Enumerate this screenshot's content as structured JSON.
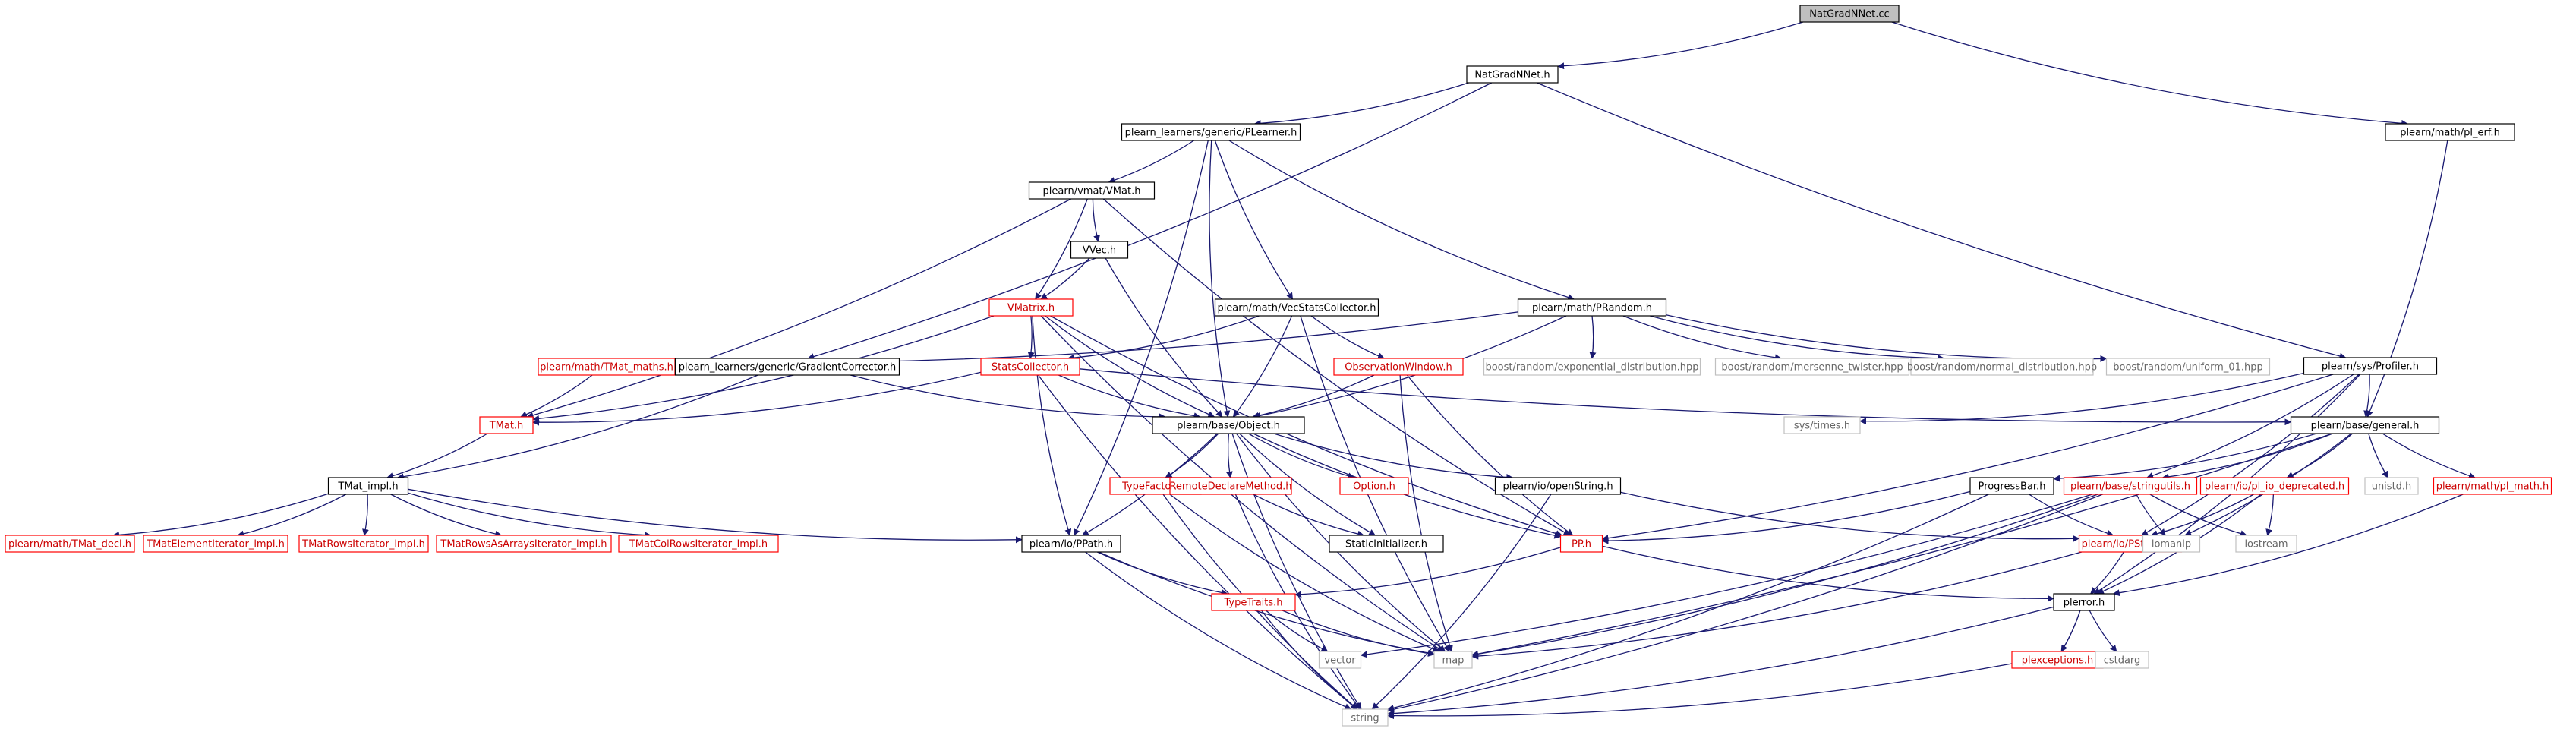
{
  "nodes": [
    {
      "id": "n0",
      "label": "NatGradNNet.cc",
      "style": "root"
    },
    {
      "id": "n1",
      "label": "NatGradNNet.h",
      "style": "normal"
    },
    {
      "id": "n2",
      "label": "plearn_learners/generic/PLearner.h",
      "style": "normal"
    },
    {
      "id": "n3",
      "label": "plearn/math/pl_erf.h",
      "style": "normal"
    },
    {
      "id": "n4",
      "label": "plearn/vmat/VMat.h",
      "style": "normal"
    },
    {
      "id": "n5",
      "label": "VVec.h",
      "style": "normal"
    },
    {
      "id": "n6",
      "label": "VMatrix.h",
      "style": "red"
    },
    {
      "id": "n7",
      "label": "plearn/math/VecStatsCollector.h",
      "style": "normal"
    },
    {
      "id": "n8",
      "label": "plearn/math/PRandom.h",
      "style": "normal"
    },
    {
      "id": "n9",
      "label": "plearn/sys/Profiler.h",
      "style": "normal"
    },
    {
      "id": "n10",
      "label": "plearn/math/TMat_maths.h",
      "style": "red"
    },
    {
      "id": "n11",
      "label": "plearn_learners/generic/GradientCorrector.h",
      "style": "normal"
    },
    {
      "id": "n12",
      "label": "StatsCollector.h",
      "style": "red"
    },
    {
      "id": "n13",
      "label": "ObservationWindow.h",
      "style": "red"
    },
    {
      "id": "n14",
      "label": "boost/random/exponential_distribution.hpp",
      "style": "gray"
    },
    {
      "id": "n15",
      "label": "boost/random/mersenne_twister.hpp",
      "style": "gray"
    },
    {
      "id": "n16",
      "label": "boost/random/normal_distribution.hpp",
      "style": "gray"
    },
    {
      "id": "n17",
      "label": "boost/random/uniform_01.hpp",
      "style": "gray"
    },
    {
      "id": "n18",
      "label": "TMat.h",
      "style": "red"
    },
    {
      "id": "n19",
      "label": "plearn/base/Object.h",
      "style": "normal"
    },
    {
      "id": "n20",
      "label": "sys/times.h",
      "style": "gray"
    },
    {
      "id": "n21",
      "label": "plearn/base/general.h",
      "style": "normal"
    },
    {
      "id": "n22",
      "label": "TMat_impl.h",
      "style": "normal"
    },
    {
      "id": "n23",
      "label": "TypeFactory.h",
      "style": "red"
    },
    {
      "id": "n24",
      "label": "RemoteDeclareMethod.h",
      "style": "red"
    },
    {
      "id": "n25",
      "label": "Option.h",
      "style": "red"
    },
    {
      "id": "n26",
      "label": "plearn/io/openString.h",
      "style": "normal"
    },
    {
      "id": "n27",
      "label": "ProgressBar.h",
      "style": "normal"
    },
    {
      "id": "n28",
      "label": "plearn/base/stringutils.h",
      "style": "red"
    },
    {
      "id": "n29",
      "label": "plearn/io/pl_io_deprecated.h",
      "style": "red"
    },
    {
      "id": "n30",
      "label": "unistd.h",
      "style": "gray"
    },
    {
      "id": "n31",
      "label": "plearn/math/pl_math.h",
      "style": "red"
    },
    {
      "id": "n32",
      "label": "plearn/math/TMat_decl.h",
      "style": "red"
    },
    {
      "id": "n33",
      "label": "TMatElementIterator_impl.h",
      "style": "red"
    },
    {
      "id": "n34",
      "label": "TMatRowsIterator_impl.h",
      "style": "red"
    },
    {
      "id": "n35",
      "label": "TMatRowsAsArraysIterator_impl.h",
      "style": "red"
    },
    {
      "id": "n36",
      "label": "TMatColRowsIterator_impl.h",
      "style": "red"
    },
    {
      "id": "n37",
      "label": "plearn/io/PPath.h",
      "style": "normal"
    },
    {
      "id": "n38",
      "label": "StaticInitializer.h",
      "style": "normal"
    },
    {
      "id": "n39",
      "label": "PP.h",
      "style": "red"
    },
    {
      "id": "n40",
      "label": "plearn/io/PStream.h",
      "style": "red"
    },
    {
      "id": "n41",
      "label": "iomanip",
      "style": "gray"
    },
    {
      "id": "n42",
      "label": "iostream",
      "style": "gray"
    },
    {
      "id": "n43",
      "label": "TypeTraits.h",
      "style": "red"
    },
    {
      "id": "n44",
      "label": "plerror.h",
      "style": "normal"
    },
    {
      "id": "n45",
      "label": "vector",
      "style": "gray"
    },
    {
      "id": "n46",
      "label": "map",
      "style": "gray"
    },
    {
      "id": "n47",
      "label": "plexceptions.h",
      "style": "red"
    },
    {
      "id": "n48",
      "label": "cstdarg",
      "style": "gray"
    },
    {
      "id": "n49",
      "label": "string",
      "style": "gray"
    }
  ],
  "edges": [
    [
      "n0",
      "n1"
    ],
    [
      "n0",
      "n3"
    ],
    [
      "n1",
      "n2"
    ],
    [
      "n1",
      "n11"
    ],
    [
      "n1",
      "n9"
    ],
    [
      "n2",
      "n4"
    ],
    [
      "n2",
      "n7"
    ],
    [
      "n2",
      "n8"
    ],
    [
      "n2",
      "n19"
    ],
    [
      "n2",
      "n37"
    ],
    [
      "n3",
      "n21"
    ],
    [
      "n4",
      "n5"
    ],
    [
      "n4",
      "n6"
    ],
    [
      "n4",
      "n18"
    ],
    [
      "n4",
      "n39"
    ],
    [
      "n5",
      "n6"
    ],
    [
      "n5",
      "n19"
    ],
    [
      "n6",
      "n12"
    ],
    [
      "n6",
      "n19"
    ],
    [
      "n6",
      "n18"
    ],
    [
      "n6",
      "n39"
    ],
    [
      "n6",
      "n37"
    ],
    [
      "n6",
      "n46"
    ],
    [
      "n7",
      "n12"
    ],
    [
      "n7",
      "n13"
    ],
    [
      "n7",
      "n19"
    ],
    [
      "n7",
      "n46"
    ],
    [
      "n8",
      "n10"
    ],
    [
      "n8",
      "n19"
    ],
    [
      "n8",
      "n14"
    ],
    [
      "n8",
      "n15"
    ],
    [
      "n8",
      "n16"
    ],
    [
      "n8",
      "n17"
    ],
    [
      "n9",
      "n20"
    ],
    [
      "n9",
      "n21"
    ],
    [
      "n9",
      "n28"
    ],
    [
      "n9",
      "n40"
    ],
    [
      "n9",
      "n39"
    ],
    [
      "n9",
      "n44"
    ],
    [
      "n10",
      "n18"
    ],
    [
      "n11",
      "n19"
    ],
    [
      "n11",
      "n22"
    ],
    [
      "n12",
      "n18"
    ],
    [
      "n12",
      "n19"
    ],
    [
      "n12",
      "n21"
    ],
    [
      "n12",
      "n49"
    ],
    [
      "n13",
      "n19"
    ],
    [
      "n13",
      "n39"
    ],
    [
      "n13",
      "n46"
    ],
    [
      "n18",
      "n22"
    ],
    [
      "n19",
      "n23"
    ],
    [
      "n19",
      "n24"
    ],
    [
      "n19",
      "n25"
    ],
    [
      "n19",
      "n26"
    ],
    [
      "n19",
      "n37"
    ],
    [
      "n19",
      "n38"
    ],
    [
      "n19",
      "n39"
    ],
    [
      "n19",
      "n46"
    ],
    [
      "n19",
      "n49"
    ],
    [
      "n21",
      "n27"
    ],
    [
      "n21",
      "n28"
    ],
    [
      "n21",
      "n29"
    ],
    [
      "n21",
      "n30"
    ],
    [
      "n21",
      "n31"
    ],
    [
      "n21",
      "n41"
    ],
    [
      "n21",
      "n46"
    ],
    [
      "n22",
      "n32"
    ],
    [
      "n22",
      "n33"
    ],
    [
      "n22",
      "n34"
    ],
    [
      "n22",
      "n35"
    ],
    [
      "n22",
      "n36"
    ],
    [
      "n22",
      "n37"
    ],
    [
      "n23",
      "n46"
    ],
    [
      "n23",
      "n49"
    ],
    [
      "n24",
      "n38"
    ],
    [
      "n24",
      "n49"
    ],
    [
      "n26",
      "n40"
    ],
    [
      "n26",
      "n49"
    ],
    [
      "n27",
      "n39"
    ],
    [
      "n27",
      "n40"
    ],
    [
      "n27",
      "n49"
    ],
    [
      "n28",
      "n41"
    ],
    [
      "n28",
      "n42"
    ],
    [
      "n28",
      "n45"
    ],
    [
      "n28",
      "n46"
    ],
    [
      "n28",
      "n49"
    ],
    [
      "n29",
      "n40"
    ],
    [
      "n29",
      "n42"
    ],
    [
      "n29",
      "n44"
    ],
    [
      "n31",
      "n44"
    ],
    [
      "n37",
      "n43"
    ],
    [
      "n37",
      "n46"
    ],
    [
      "n37",
      "n49"
    ],
    [
      "n39",
      "n43"
    ],
    [
      "n39",
      "n44"
    ],
    [
      "n40",
      "n44"
    ],
    [
      "n40",
      "n46"
    ],
    [
      "n43",
      "n45"
    ],
    [
      "n43",
      "n46"
    ],
    [
      "n43",
      "n49"
    ],
    [
      "n44",
      "n47"
    ],
    [
      "n44",
      "n48"
    ],
    [
      "n44",
      "n49"
    ],
    [
      "n47",
      "n49"
    ]
  ],
  "colors": {
    "edge": "#191970",
    "normal_border": "#000000",
    "red_border": "#ff0000",
    "gray_border": "#c0c0c0",
    "root_fill": "#bfbfbf",
    "node_fill": "#ffffff",
    "normal_text": "#000000",
    "red_text": "#cc0000",
    "gray_text": "#666666"
  }
}
